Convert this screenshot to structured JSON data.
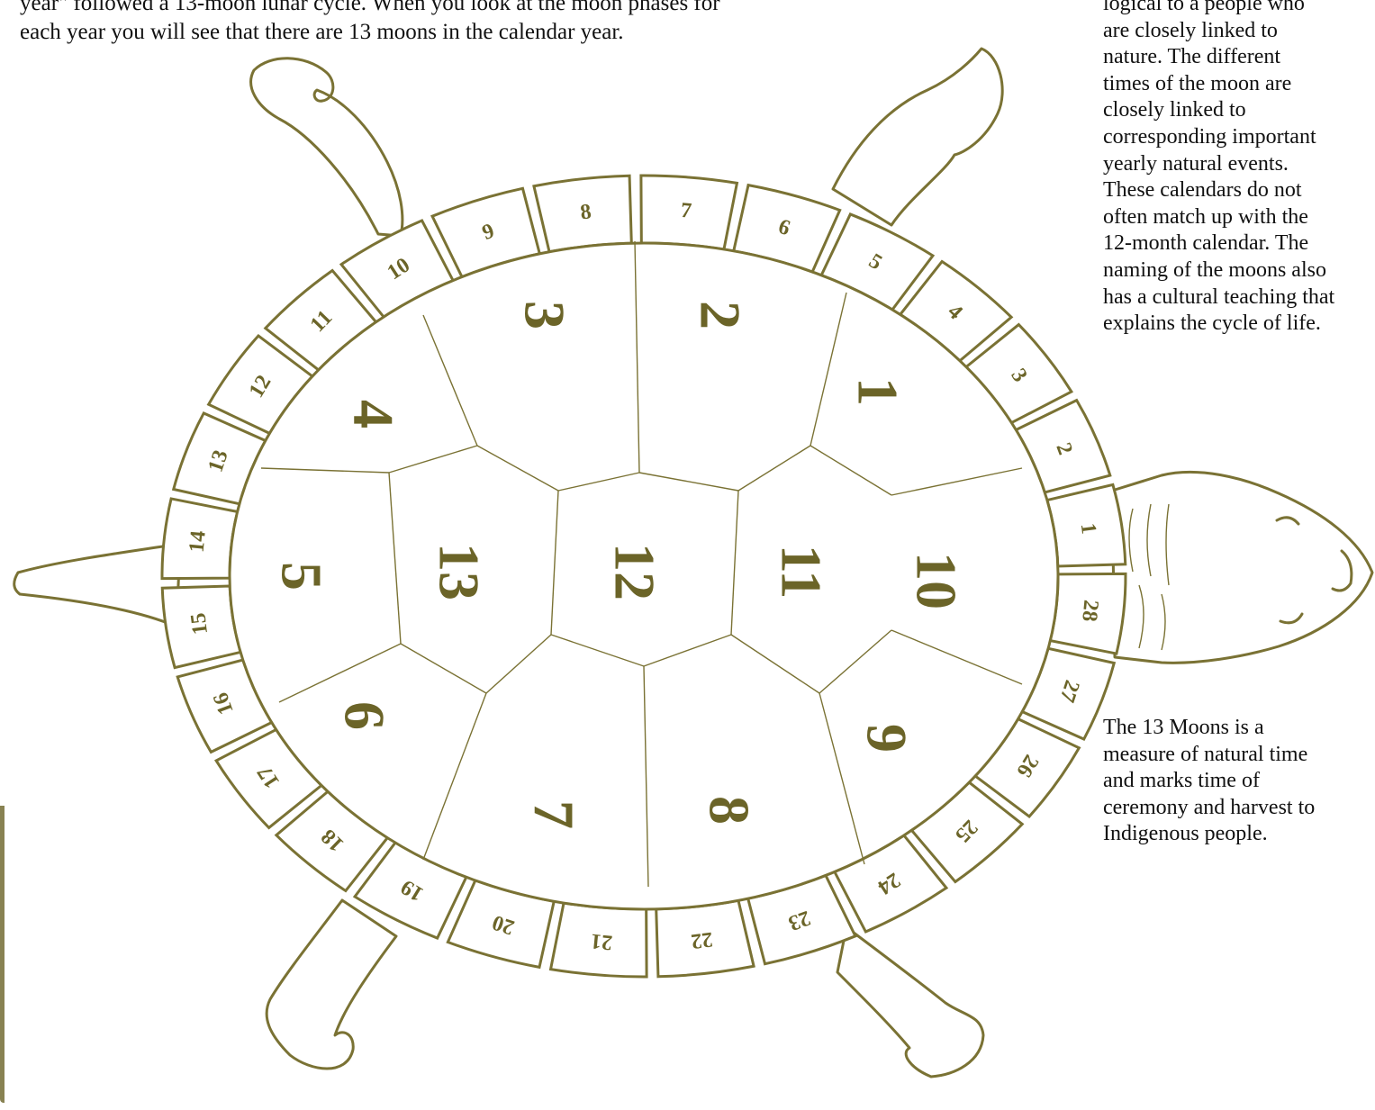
{
  "intro": {
    "line1": "year\" followed a 13-moon lunar cycle. When you look at the moon phases for",
    "line2": "each year you will see that there are 13 moons in the calendar year."
  },
  "sidebar_top": [
    "logical to a people who",
    "are closely linked to",
    "nature. The different",
    "times of the moon are",
    "closely linked to",
    "corresponding important",
    "yearly natural events.",
    "These calendars do not",
    "often match up with the",
    "12-month calendar. The",
    "naming of the moons also",
    "has a cultural teaching that",
    "explains the cycle of life."
  ],
  "sidebar_bottom": [
    "The 13 Moons is a",
    "measure of natural time",
    "and marks time of",
    "ceremony and harvest to",
    "Indigenous people."
  ],
  "diagram": {
    "shell_moons": [
      "1",
      "2",
      "3",
      "4",
      "5",
      "6",
      "7",
      "8",
      "9",
      "10",
      "11",
      "12",
      "13"
    ],
    "rim_days": [
      "1",
      "2",
      "3",
      "4",
      "5",
      "6",
      "7",
      "8",
      "9",
      "10",
      "11",
      "12",
      "13",
      "14",
      "15",
      "16",
      "17",
      "18",
      "19",
      "20",
      "21",
      "22",
      "23",
      "24",
      "25",
      "26",
      "27",
      "28"
    ],
    "line_color": "#7a7234",
    "number_color": "#6b6428"
  }
}
